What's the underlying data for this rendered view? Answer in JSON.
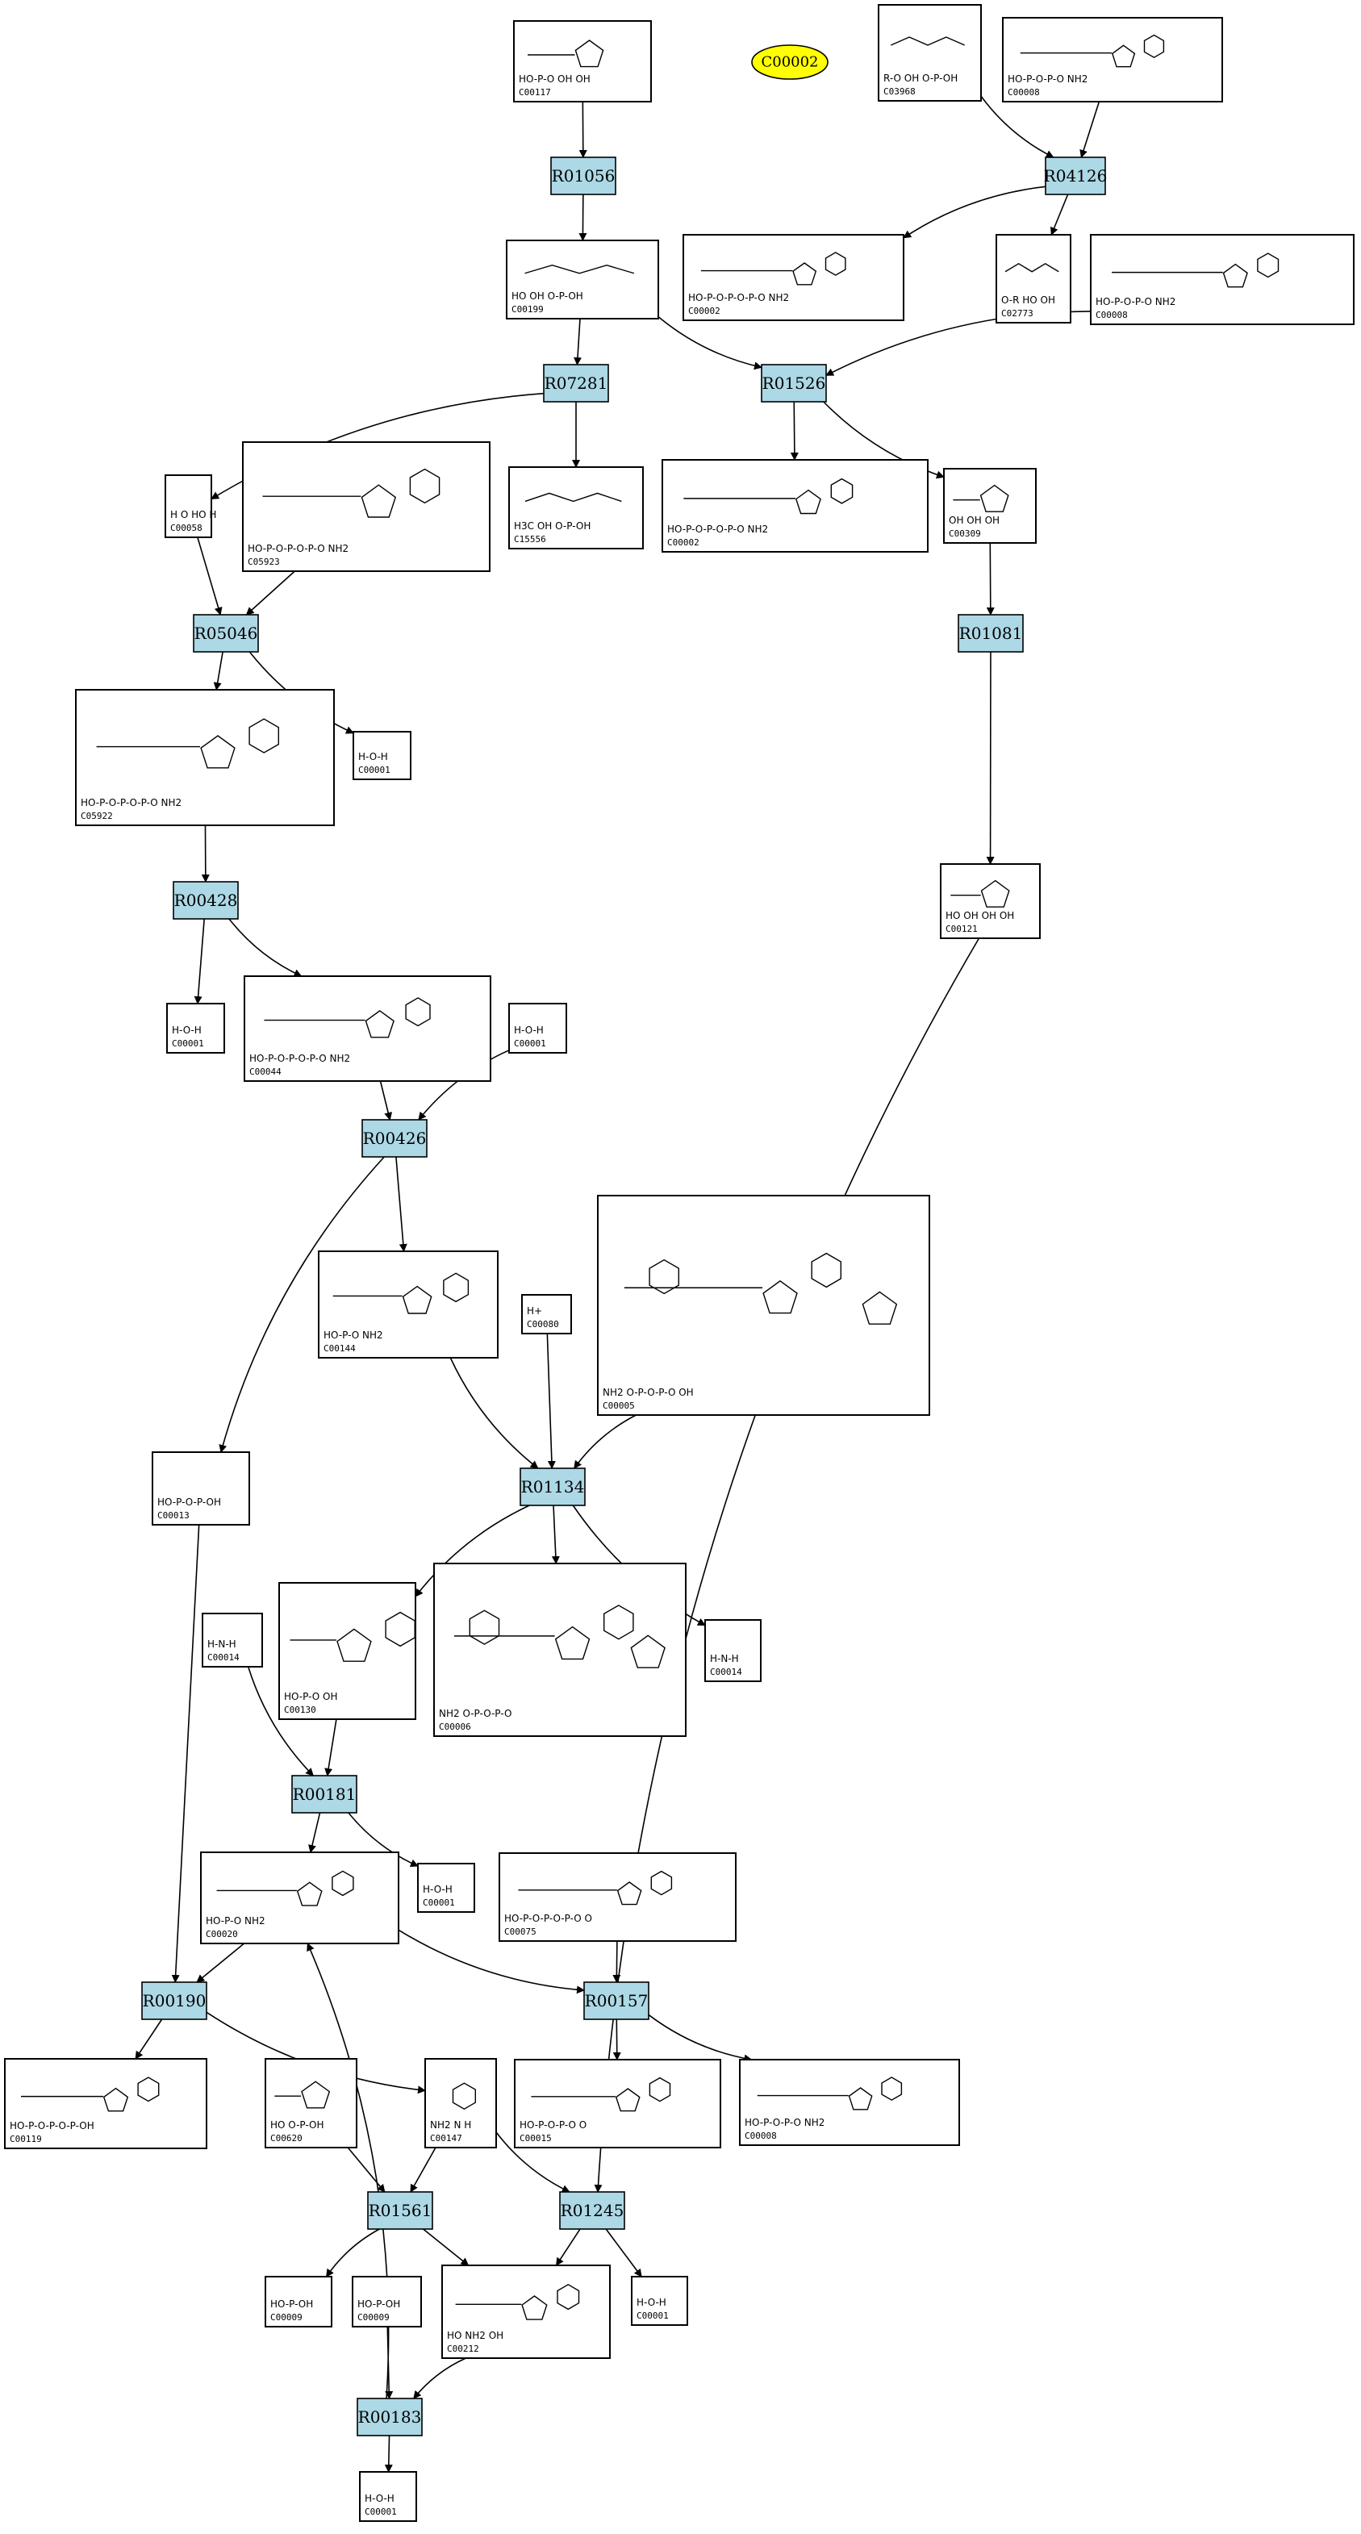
{
  "highlight": {
    "label": "C00002",
    "fill": "#ffff00"
  },
  "colors": {
    "reaction_fill": "#add8e6",
    "highlight_fill": "#ffff00",
    "line": "#000000"
  },
  "reactions": [
    {
      "id": "R01056",
      "label": "R01056"
    },
    {
      "id": "R04126",
      "label": "R04126"
    },
    {
      "id": "R07281",
      "label": "R07281"
    },
    {
      "id": "R01526",
      "label": "R01526"
    },
    {
      "id": "R05046",
      "label": "R05046"
    },
    {
      "id": "R01081",
      "label": "R01081"
    },
    {
      "id": "R00428",
      "label": "R00428"
    },
    {
      "id": "R00426",
      "label": "R00426"
    },
    {
      "id": "R01134",
      "label": "R01134"
    },
    {
      "id": "R00181",
      "label": "R00181"
    },
    {
      "id": "R00190",
      "label": "R00190"
    },
    {
      "id": "R00157",
      "label": "R00157"
    },
    {
      "id": "R01561",
      "label": "R01561"
    },
    {
      "id": "R01245",
      "label": "R01245"
    },
    {
      "id": "R00183",
      "label": "R00183"
    }
  ],
  "compounds": [
    {
      "key": "c00117",
      "label": "C00117",
      "formula": "HO-P-O  OH  OH"
    },
    {
      "key": "c03968",
      "label": "C03968",
      "formula": "R-O  OH  O-P-OH"
    },
    {
      "key": "c00008a",
      "label": "C00008",
      "formula": "HO-P-O-P-O  NH2"
    },
    {
      "key": "c00199",
      "label": "C00199",
      "formula": "HO  OH  O-P-OH"
    },
    {
      "key": "c00002a",
      "label": "C00002",
      "formula": "HO-P-O-P-O-P-O  NH2"
    },
    {
      "key": "c00008b",
      "label": "C00008",
      "formula": "HO-P-O-P-O  NH2"
    },
    {
      "key": "c02773",
      "label": "C02773",
      "formula": "O-R  HO  OH"
    },
    {
      "key": "c00058",
      "label": "C00058",
      "formula": "H  O  HO  H"
    },
    {
      "key": "c05923",
      "label": "C05923",
      "formula": "HO-P-O-P-O-P-O  NH2"
    },
    {
      "key": "c15556",
      "label": "C15556",
      "formula": "H3C  OH  O-P-OH"
    },
    {
      "key": "c00002b",
      "label": "C00002",
      "formula": "HO-P-O-P-O-P-O  NH2"
    },
    {
      "key": "c00309",
      "label": "C00309",
      "formula": "OH  OH  OH"
    },
    {
      "key": "c05922",
      "label": "C05922",
      "formula": "HO-P-O-P-O-P-O  NH2"
    },
    {
      "key": "c00001a",
      "label": "C00001",
      "formula": "H-O-H"
    },
    {
      "key": "c00121",
      "label": "C00121",
      "formula": "HO  OH  OH  OH"
    },
    {
      "key": "c00001b",
      "label": "C00001",
      "formula": "H-O-H"
    },
    {
      "key": "c00044",
      "label": "C00044",
      "formula": "HO-P-O-P-O-P-O  NH2"
    },
    {
      "key": "c00001c",
      "label": "C00001",
      "formula": "H-O-H"
    },
    {
      "key": "c00144",
      "label": "C00144",
      "formula": "HO-P-O  NH2"
    },
    {
      "key": "c00080",
      "label": "C00080",
      "formula": "H+"
    },
    {
      "key": "c00005",
      "label": "C00005",
      "formula": "NH2  O-P-O-P-O  OH"
    },
    {
      "key": "c00013",
      "label": "C00013",
      "formula": "HO-P-O-P-OH"
    },
    {
      "key": "c00014a",
      "label": "C00014",
      "formula": "H-N-H"
    },
    {
      "key": "c00130",
      "label": "C00130",
      "formula": "HO-P-O  OH"
    },
    {
      "key": "c00006",
      "label": "C00006",
      "formula": "NH2  O-P-O-P-O"
    },
    {
      "key": "c00014b",
      "label": "C00014",
      "formula": "H-N-H"
    },
    {
      "key": "c00020",
      "label": "C00020",
      "formula": "HO-P-O  NH2"
    },
    {
      "key": "c00001d",
      "label": "C00001",
      "formula": "H-O-H"
    },
    {
      "key": "c00075",
      "label": "C00075",
      "formula": "HO-P-O-P-O-P-O  O"
    },
    {
      "key": "c00119",
      "label": "C00119",
      "formula": "HO-P-O-P-O-P-OH"
    },
    {
      "key": "c00620",
      "label": "C00620",
      "formula": "HO  O-P-OH"
    },
    {
      "key": "c00147",
      "label": "C00147",
      "formula": "NH2  N  H"
    },
    {
      "key": "c00015",
      "label": "C00015",
      "formula": "HO-P-O-P-O  O"
    },
    {
      "key": "c00008c",
      "label": "C00008",
      "formula": "HO-P-O-P-O  NH2"
    },
    {
      "key": "c00009a",
      "label": "C00009",
      "formula": "HO-P-OH"
    },
    {
      "key": "c00009b",
      "label": "C00009",
      "formula": "HO-P-OH"
    },
    {
      "key": "c00212",
      "label": "C00212",
      "formula": "HO  NH2  OH"
    },
    {
      "key": "c00001e",
      "label": "C00001",
      "formula": "H-O-H"
    },
    {
      "key": "c00001f",
      "label": "C00001",
      "formula": "H-O-H"
    }
  ]
}
